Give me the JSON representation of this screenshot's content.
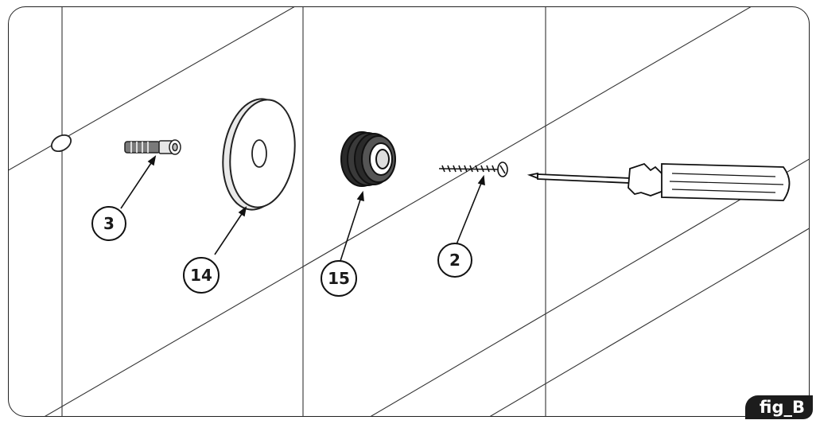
{
  "figure": {
    "tag": "fig_B",
    "callouts": [
      {
        "id": "dowel",
        "label": "3"
      },
      {
        "id": "washer",
        "label": "14"
      },
      {
        "id": "bushing",
        "label": "15"
      },
      {
        "id": "screw",
        "label": "2"
      }
    ]
  }
}
